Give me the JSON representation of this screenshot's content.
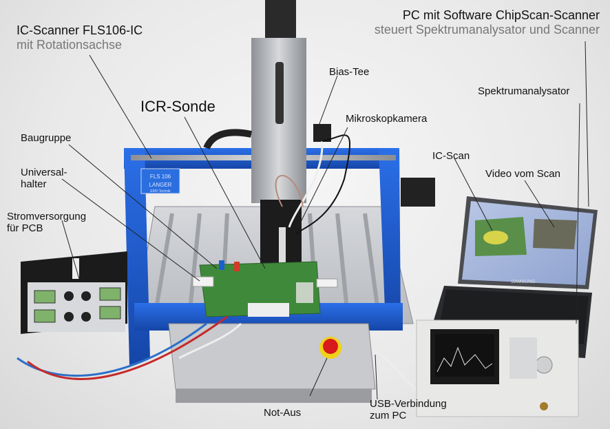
{
  "labels": {
    "ic_scanner": {
      "title": "IC-Scanner FLS106-IC",
      "sub": "mit Rotationsachse"
    },
    "pc": {
      "title": "PC mit Software ChipScan-Scanner",
      "sub": "steuert Spektrumanalysator und Scanner"
    },
    "icr_sonde": "ICR-Sonde",
    "bias_tee": "Bias-Tee",
    "mikroskopkamera": "Mikroskopkamera",
    "spektrumanalysator": "Spektrumanalysator",
    "baugruppe": "Baugruppe",
    "universalhalter_1": "Universal-",
    "universalhalter_2": "halter",
    "ic_scan": "IC-Scan",
    "video": "Video vom Scan",
    "stromversorgung_1": "Stromversorgung",
    "stromversorgung_2": "für PCB",
    "not_aus": "Not-Aus",
    "usb_1": "USB-Verbindung",
    "usb_2": "zum PC"
  },
  "device_text": {
    "scanner_model": "FLS 106",
    "brand": "LANGER",
    "brand_sub": "EMV-Technik",
    "laptop_brand": "SAMSUNG"
  },
  "colors": {
    "frame_blue": "#1f5fd6",
    "aluminium": "#c9ccd1",
    "pcb_green": "#3f8a3a",
    "psu_black": "#1b1b1b",
    "lcd_green": "#7fb26a",
    "estop_red": "#d81a1a"
  }
}
